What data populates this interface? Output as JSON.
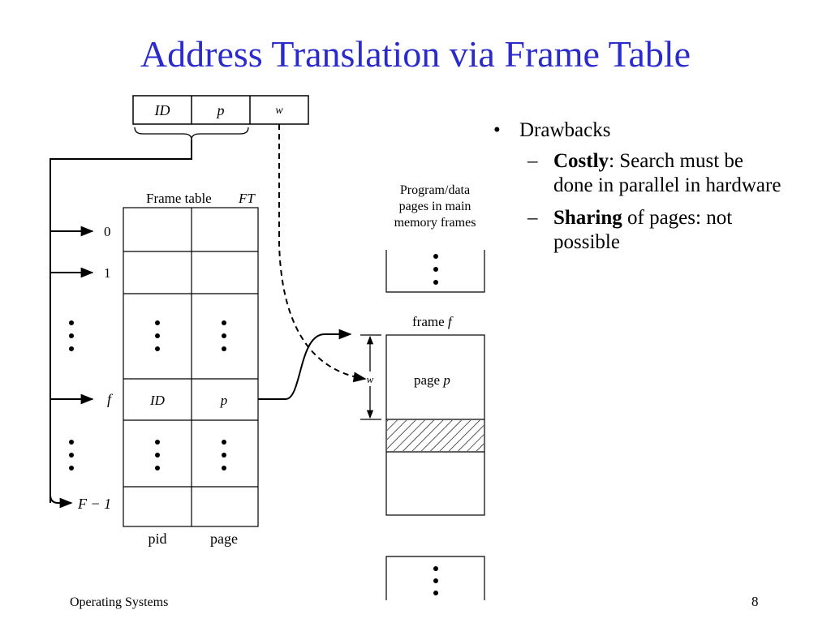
{
  "slide": {
    "title": "Address Translation via Frame Table",
    "footer_left": "Operating Systems",
    "page_number": "8"
  },
  "bullets": {
    "level1": "Drawbacks",
    "items": [
      {
        "bold": "Costly",
        "rest": ": Search must be done in parallel in hardware"
      },
      {
        "bold": "Sharing",
        "rest": " of pages: not possible"
      }
    ]
  },
  "diagram": {
    "address_fields": [
      "ID",
      "p",
      "w"
    ],
    "frame_table_label": "Frame table",
    "frame_table_symbol": "FT",
    "row_labels": [
      "0",
      "1",
      "f",
      "F − 1"
    ],
    "entry_pid": "ID",
    "entry_page": "p",
    "column_pid": "pid",
    "column_page": "page",
    "memory_label_lines": [
      "Program/data",
      "pages in main",
      "memory frames"
    ],
    "frame_label": "frame ",
    "frame_symbol": "f",
    "page_label": "page ",
    "page_symbol": "p",
    "offset_label": "w"
  }
}
